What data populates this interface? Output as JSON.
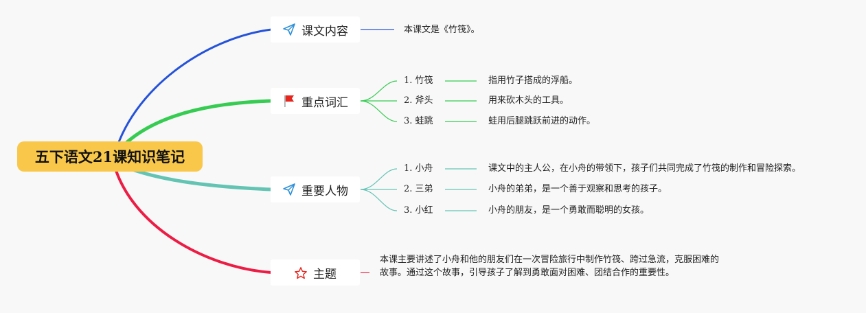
{
  "root": {
    "title": "五下语文21课知识笔记"
  },
  "branches": [
    {
      "label": "课文内容",
      "icon": "paper-plane-icon",
      "color": "#2452d9",
      "details": [
        {
          "index": "",
          "term": "",
          "text": "本课文是《竹筏》。"
        }
      ]
    },
    {
      "label": "重点词汇",
      "icon": "red-flag-icon",
      "color": "#36cc52",
      "details": [
        {
          "index": "1.",
          "term": "竹筏",
          "text": "指用竹子搭成的浮船。"
        },
        {
          "index": "2.",
          "term": "斧头",
          "text": "用来砍木头的工具。"
        },
        {
          "index": "3.",
          "term": "蛙跳",
          "text": "蛙用后腿跳跃前进的动作。"
        }
      ]
    },
    {
      "label": "重要人物",
      "icon": "paper-plane-icon",
      "color": "#63c4b4",
      "details": [
        {
          "index": "1.",
          "term": "小舟",
          "text": "课文中的主人公，在小舟的带领下，孩子们共同完成了竹筏的制作和冒险探索。"
        },
        {
          "index": "2.",
          "term": "三弟",
          "text": "小舟的弟弟，是一个善于观察和思考的孩子。"
        },
        {
          "index": "3.",
          "term": "小红",
          "text": "小舟的朋友，是一个勇敢而聪明的女孩。"
        }
      ]
    },
    {
      "label": "主题",
      "icon": "star-outline-icon",
      "color": "#ec1c44",
      "details": [
        {
          "index": "",
          "term": "",
          "text": "本课主要讲述了小舟和他的朋友们在一次冒险旅行中制作竹筏、跨过急流，克服困难的故事。通过这个故事，引导孩子了解到勇敢面对困难、团结合作的重要性。"
        }
      ]
    }
  ]
}
